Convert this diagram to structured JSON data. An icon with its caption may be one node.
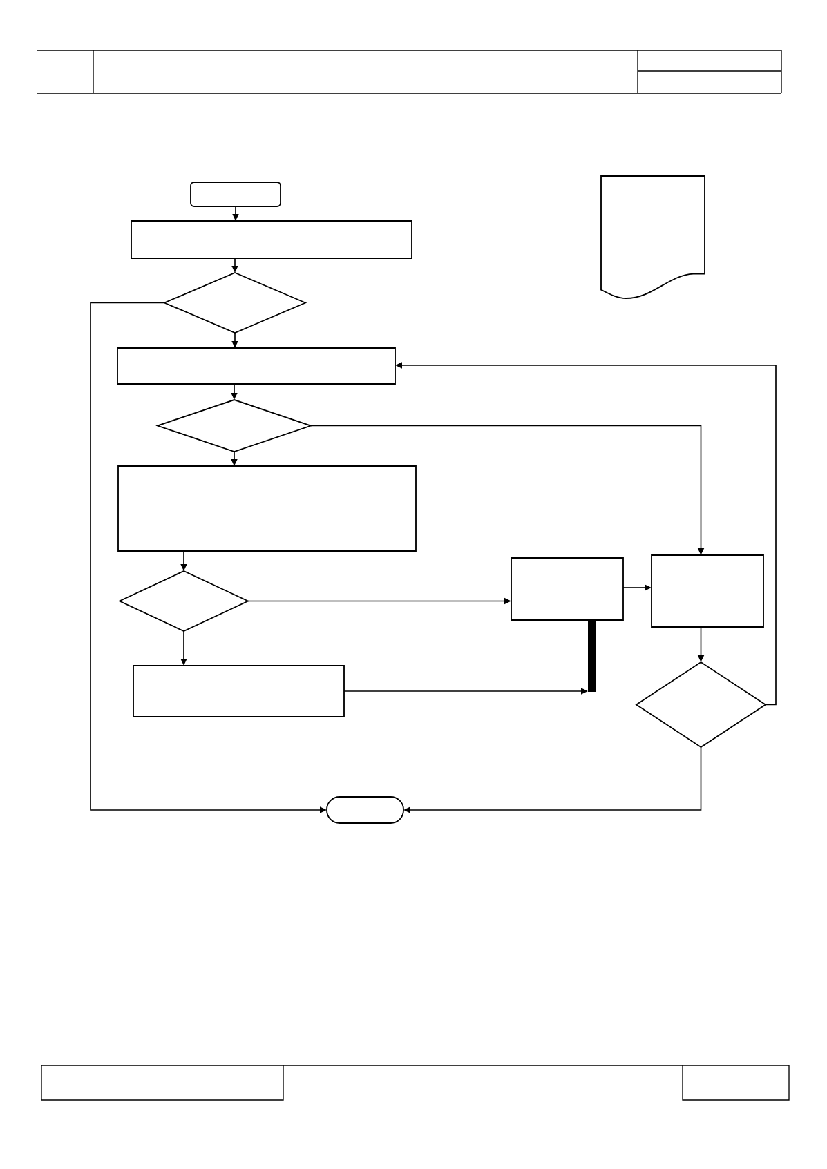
{
  "diagram": {
    "nodes": [
      {
        "text": [],
        "shape": "terminal"
      },
      {
        "text": [],
        "shape": "document"
      },
      {
        "text": [],
        "shape": "box"
      },
      {
        "text": [],
        "shape": "diamond"
      },
      {
        "text": [],
        "shape": "box"
      },
      {
        "text": [],
        "shape": "diamond"
      },
      {
        "text": [],
        "shape": "box"
      },
      {
        "text": [],
        "shape": "diamond"
      },
      {
        "text": [],
        "shape": "box"
      },
      {
        "text": [],
        "shape": "box"
      },
      {
        "text": [],
        "shape": "bar"
      },
      {
        "text": [],
        "shape": "box"
      },
      {
        "text": [],
        "shape": "diamond"
      },
      {
        "text": [],
        "shape": "oval"
      }
    ],
    "edges": [
      {
        "from": 0,
        "to": 2,
        "arrow": "to"
      },
      {
        "from": 2,
        "to": 3,
        "arrow": "to"
      },
      {
        "from": 3,
        "to": 4,
        "arrow": "to"
      },
      {
        "from": 3,
        "to": 13,
        "arrow": "to"
      },
      {
        "from": 4,
        "to": 5,
        "arrow": "to"
      },
      {
        "from": 5,
        "to": 6,
        "arrow": "to"
      },
      {
        "from": 5,
        "to": 9,
        "arrow": "to"
      },
      {
        "from": 6,
        "to": 7,
        "arrow": "to"
      },
      {
        "from": 7,
        "to": 8,
        "arrow": "to"
      },
      {
        "from": 7,
        "to": 11,
        "arrow": "to"
      },
      {
        "from": 11,
        "to": 10,
        "arrow": "to"
      },
      {
        "from": 8,
        "to": 9,
        "arrow": "to"
      },
      {
        "from": 9,
        "to": 12,
        "arrow": "to"
      },
      {
        "from": 12,
        "to": 4,
        "arrow": "to"
      },
      {
        "from": 12,
        "to": 13,
        "arrow": "to"
      }
    ]
  }
}
